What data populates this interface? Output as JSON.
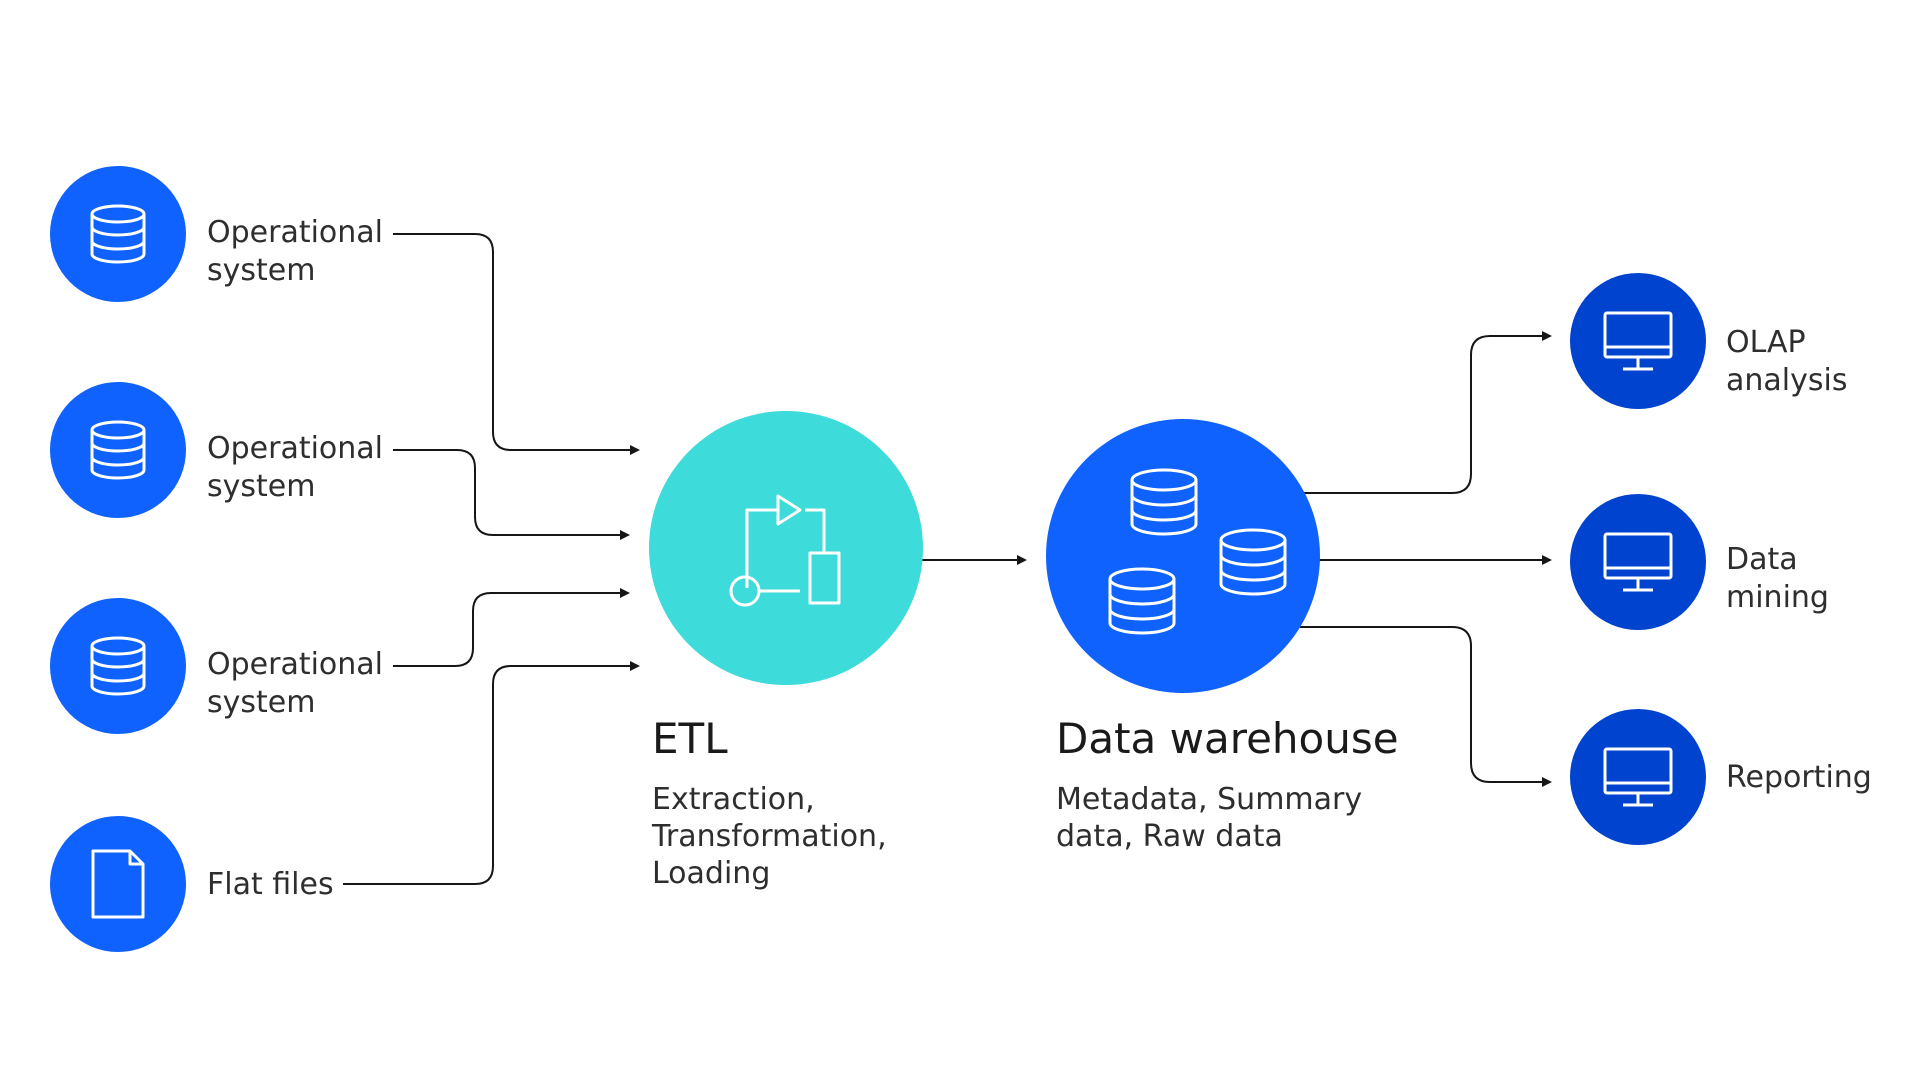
{
  "sources": [
    {
      "icon": "database-icon",
      "line1": "Operational",
      "line2": "system"
    },
    {
      "icon": "database-icon",
      "line1": "Operational",
      "line2": "system"
    },
    {
      "icon": "database-icon",
      "line1": "Operational",
      "line2": "system"
    },
    {
      "icon": "file-icon",
      "line1": "Flat files",
      "line2": ""
    }
  ],
  "etl": {
    "icon": "flow-icon",
    "title": "ETL",
    "desc_line1": "Extraction,",
    "desc_line2": "Transformation,",
    "desc_line3": "Loading"
  },
  "warehouse": {
    "icon": "databases-icon",
    "title": "Data warehouse",
    "desc_line1": "Metadata, Summary",
    "desc_line2": "data, Raw data"
  },
  "outputs": [
    {
      "icon": "monitor-icon",
      "line1": "OLAP",
      "line2": "analysis"
    },
    {
      "icon": "monitor-icon",
      "line1": "Data",
      "line2": "mining"
    },
    {
      "icon": "monitor-icon",
      "line1": "Reporting",
      "line2": ""
    }
  ],
  "colors": {
    "source_blue": "#0f62fe",
    "etl_teal": "#3ddbd9",
    "output_blue": "#0043ce",
    "connector": "#161616"
  }
}
